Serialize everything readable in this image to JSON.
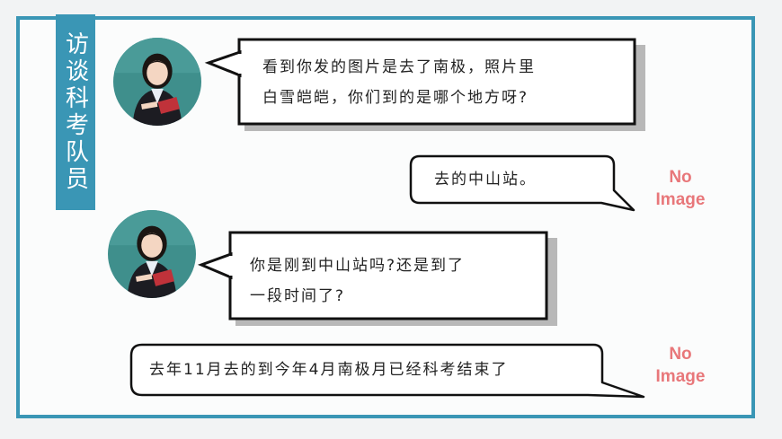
{
  "title": "访谈科考队员",
  "messages": [
    {
      "line1": "看到你发的图片是去了南极，照片里",
      "line2": "白雪皑皑，你们到的是哪个地方呀?"
    },
    {
      "line1": "去的中山站。"
    },
    {
      "line1": "你是刚到中山站吗?还是到了",
      "line2": "一段时间了?"
    },
    {
      "line1": "去年11月去的到今年4月南极月已经科考结束了"
    }
  ],
  "placeholders": [
    {
      "line1": "No",
      "line2": "Image"
    },
    {
      "line1": "No",
      "line2": "Image"
    }
  ],
  "colors": {
    "accent": "#3a96b5",
    "placeholder_text": "#e8777a",
    "bubble_border": "#111111",
    "bubble_shadow": "#b8b8b8"
  }
}
